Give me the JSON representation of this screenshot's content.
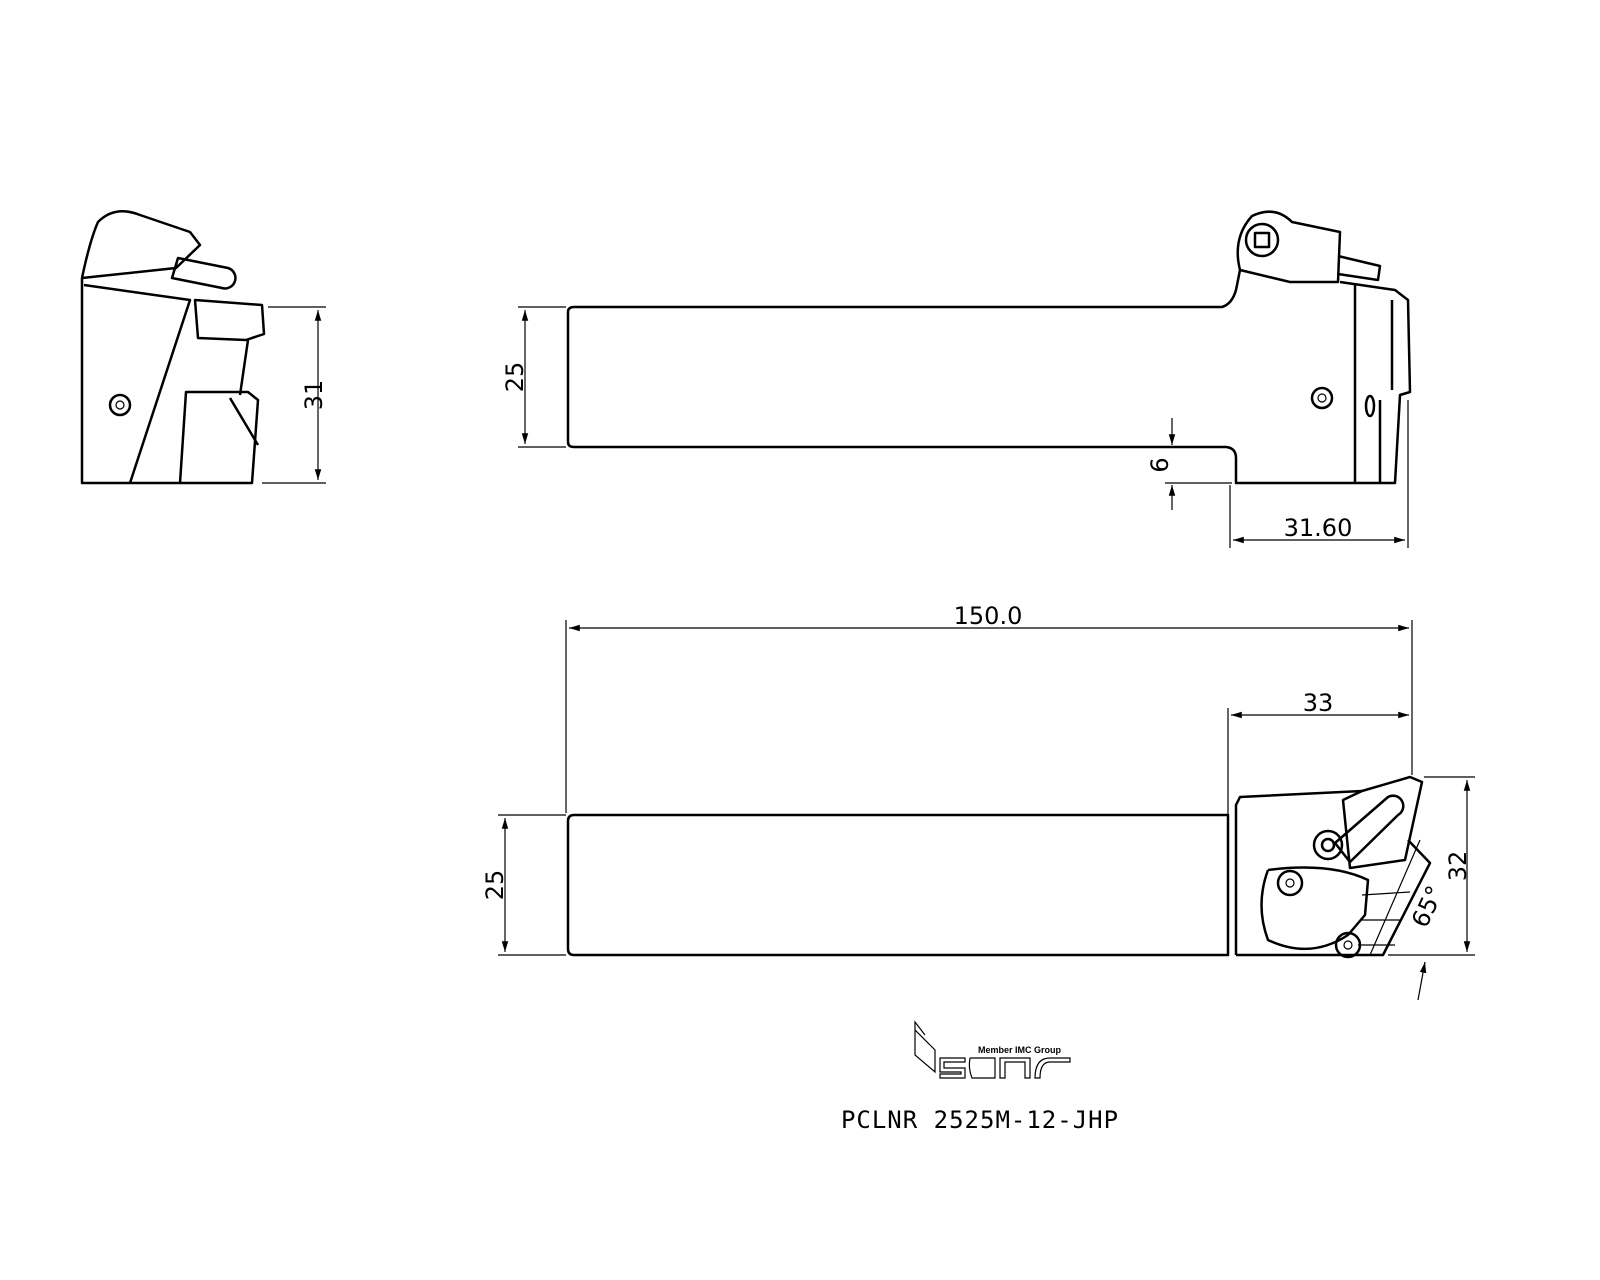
{
  "drawing": {
    "part_number": "PCLNR 2525M-12-JHP",
    "logo_brand": "iscar",
    "logo_tagline": "Member IMC Group",
    "colors": {
      "line": "#000000",
      "background": "#ffffff"
    }
  },
  "dimensions": {
    "end_view_height": "31",
    "side_shank_height": "25",
    "side_step": "6",
    "side_head_length": "31.60",
    "overall_length": "150.0",
    "head_length": "33",
    "top_shank_width": "25",
    "head_width": "32",
    "approach_angle": "65°"
  }
}
